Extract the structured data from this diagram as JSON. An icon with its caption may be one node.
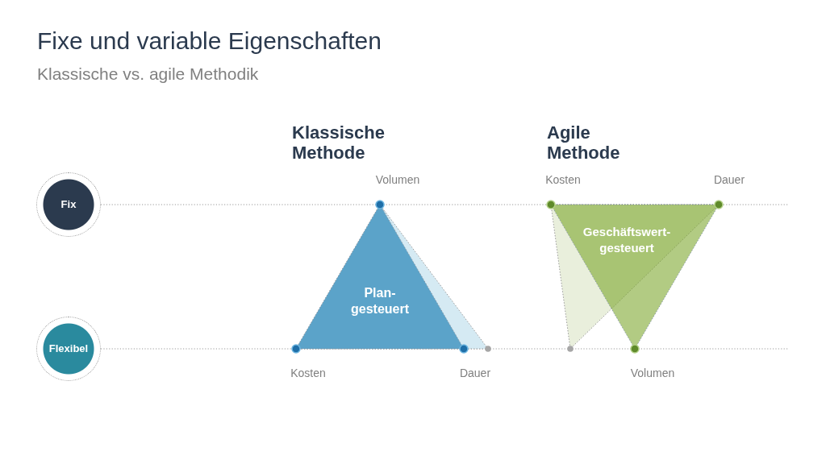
{
  "diagram": {
    "title": "Fixe und variable Eigenschaften",
    "nodes": [
      {
        "text": [
          "Fix"
        ]
      },
      {
        "text": [
          "Flexibel"
        ]
      },
      {
        "text": [
          "Plan- gesteuert"
        ]
      },
      {
        "text": [
          "Geschäftswert- gesteuert"
        ]
      }
    ],
    "edges": [
      {
        "from": 0,
        "to": null,
        "arrow": "none"
      },
      {
        "from": 1,
        "to": null,
        "arrow": "none"
      }
    ],
    "labels": [
      "Klassische vs. agile Methodik",
      "Klassische Methode",
      "Agile Methode",
      "Volumen",
      "Kosten",
      "Dauer",
      "Kosten",
      "Dauer",
      "Volumen"
    ]
  }
}
